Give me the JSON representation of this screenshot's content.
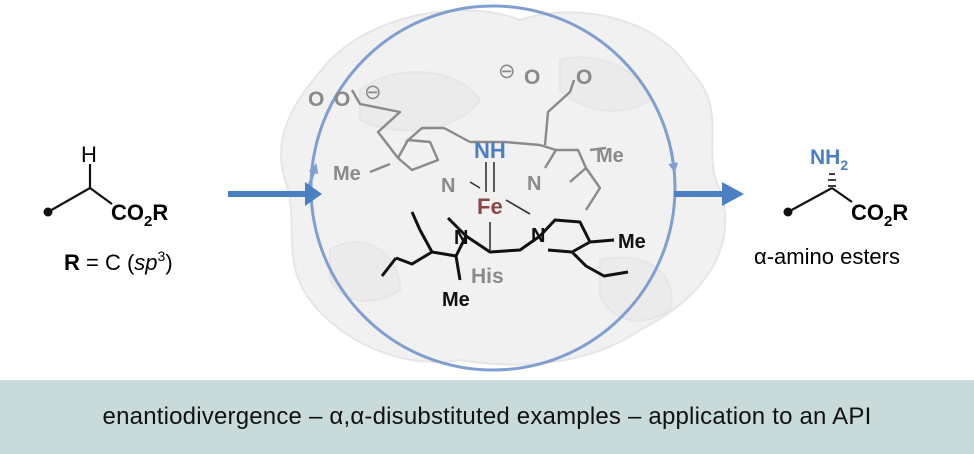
{
  "substrate": {
    "h_atom": "H",
    "ester_main": "CO",
    "ester_sub": "2",
    "ester_tail": "R",
    "r_bold": "R",
    "r_def_mid": " = C (",
    "r_def_it": "sp",
    "r_def_sup": "3",
    "r_def_end": ")"
  },
  "catalyst": {
    "coo_left_o1": "O",
    "coo_left_o2": "O",
    "coo_left_charge": "⊖",
    "coo_right_o1": "O",
    "coo_right_o2": "O",
    "coo_right_charge": "⊖",
    "me_left": "Me",
    "me_top_right": "Me",
    "me_right": "Me",
    "me_bottom": "Me",
    "nitrene": "NH",
    "metal": "Fe",
    "n1": "N",
    "n2": "N",
    "n3": "N",
    "n4": "N",
    "axial": "His"
  },
  "product": {
    "amine_main": "NH",
    "amine_sub": "2",
    "ester_main": "CO",
    "ester_sub": "2",
    "ester_tail": "R",
    "caption": "α-amino esters"
  },
  "banner": {
    "text": "enantiodivergence – α,α-disubstituted examples – application to an API"
  },
  "colors": {
    "accent_blue": "#4a7fc4",
    "cycle_blue": "#7f9fd0",
    "iron": "#8a4545",
    "banner_bg": "#c9dada",
    "gray_text": "#8a8a8a"
  }
}
